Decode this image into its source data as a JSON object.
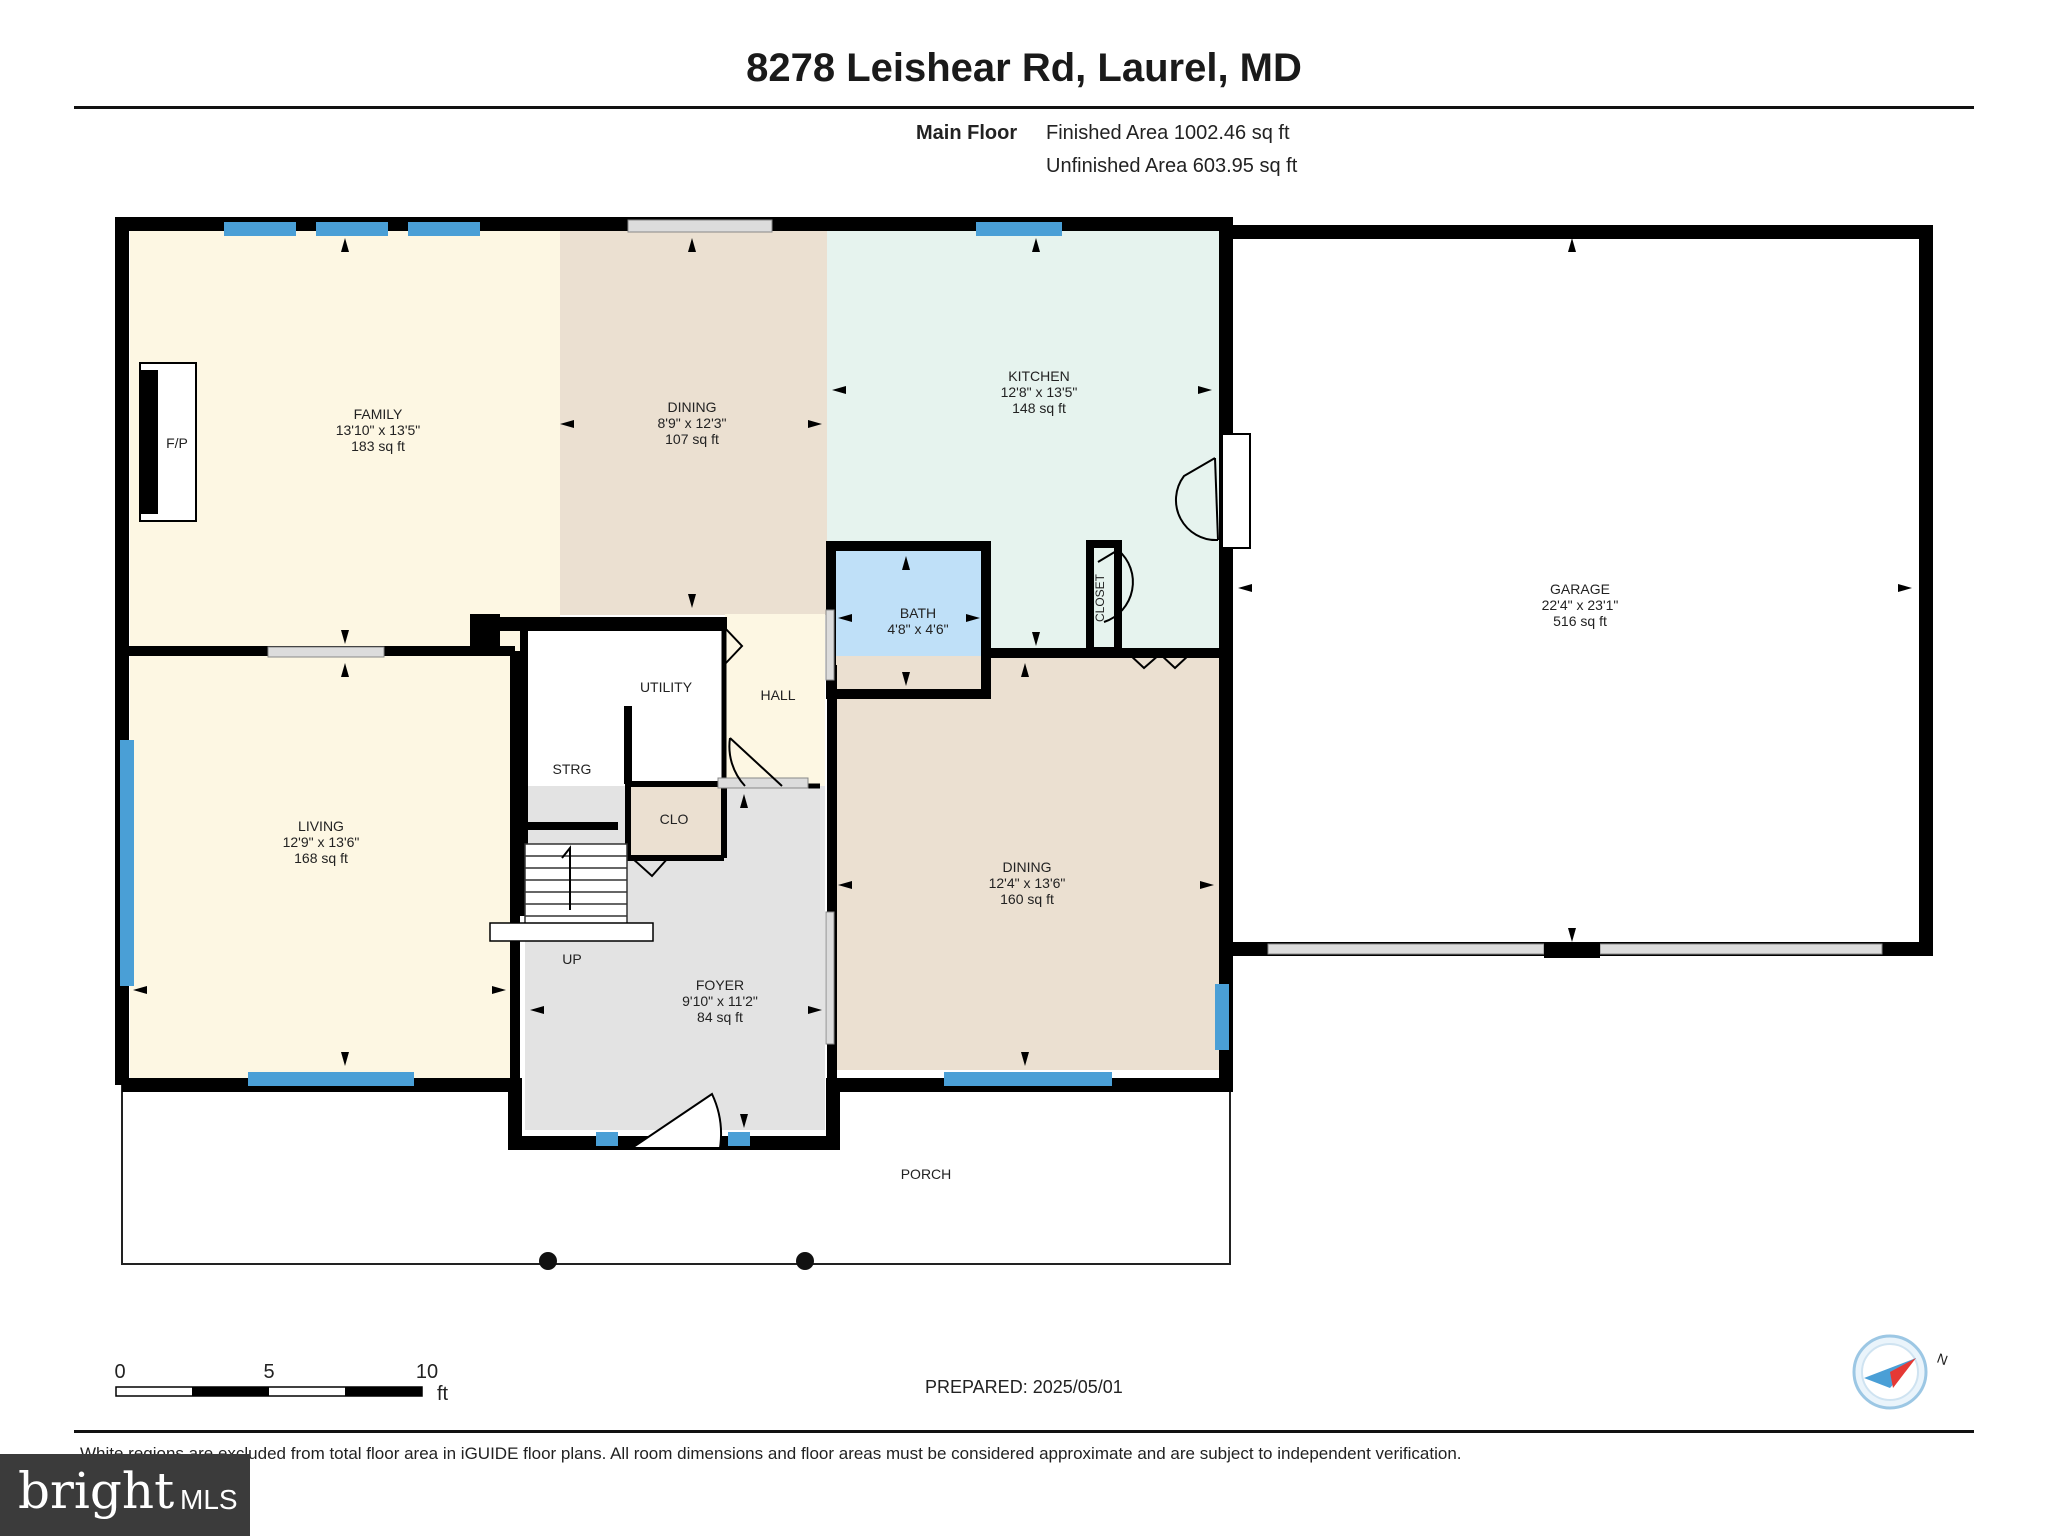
{
  "title": "8278 Leishear Rd, Laurel, MD",
  "floor": {
    "name": "Main Floor",
    "finished_area": "Finished Area 1002.46 sq ft",
    "unfinished_area": "Unfinished Area 603.95 sq ft"
  },
  "rooms": {
    "family": {
      "name": "FAMILY",
      "dims": "13'10\" x 13'5\"",
      "area": "183 sq ft"
    },
    "dining1": {
      "name": "DINING",
      "dims": "8'9\" x 12'3\"",
      "area": "107 sq ft"
    },
    "kitchen": {
      "name": "KITCHEN",
      "dims": "12'8\" x 13'5\"",
      "area": "148 sq ft"
    },
    "garage": {
      "name": "GARAGE",
      "dims": "22'4\" x 23'1\"",
      "area": "516 sq ft"
    },
    "bath": {
      "name": "BATH",
      "dims": "4'8\" x 4'6\""
    },
    "living": {
      "name": "LIVING",
      "dims": "12'9\" x 13'6\"",
      "area": "168 sq ft"
    },
    "dining2": {
      "name": "DINING",
      "dims": "12'4\" x 13'6\"",
      "area": "160 sq ft"
    },
    "foyer": {
      "name": "FOYER",
      "dims": "9'10\" x 11'2\"",
      "area": "84 sq ft"
    }
  },
  "labels": {
    "fp": "F/P",
    "utility": "UTILITY",
    "hall": "HALL",
    "strg": "STRG",
    "clo": "CLO",
    "closet": "CLOSET",
    "up": "UP",
    "porch": "PORCH"
  },
  "scale": {
    "t0": "0",
    "t5": "5",
    "t10": "10",
    "unit": "ft"
  },
  "compass": {
    "dir": "N"
  },
  "prepared": "PREPARED: 2025/05/01",
  "disclaimer": "White regions are excluded from total floor area in iGUIDE floor plans. All room dimensions and floor areas must be considered approximate and are subject to independent verification.",
  "badge": {
    "word": "bright",
    "mls": "MLS"
  },
  "colors": {
    "family": "#fdf7e3",
    "dining1": "#ebe0d1",
    "kitchen": "#e6f3ee",
    "bath": "#bfe0f8",
    "living": "#fdf7e3",
    "dining2": "#ebe0d1",
    "foyer": "#e3e3e3",
    "clo": "#ebe0d1",
    "window": "#4a9fd6",
    "wall": "#000000"
  }
}
